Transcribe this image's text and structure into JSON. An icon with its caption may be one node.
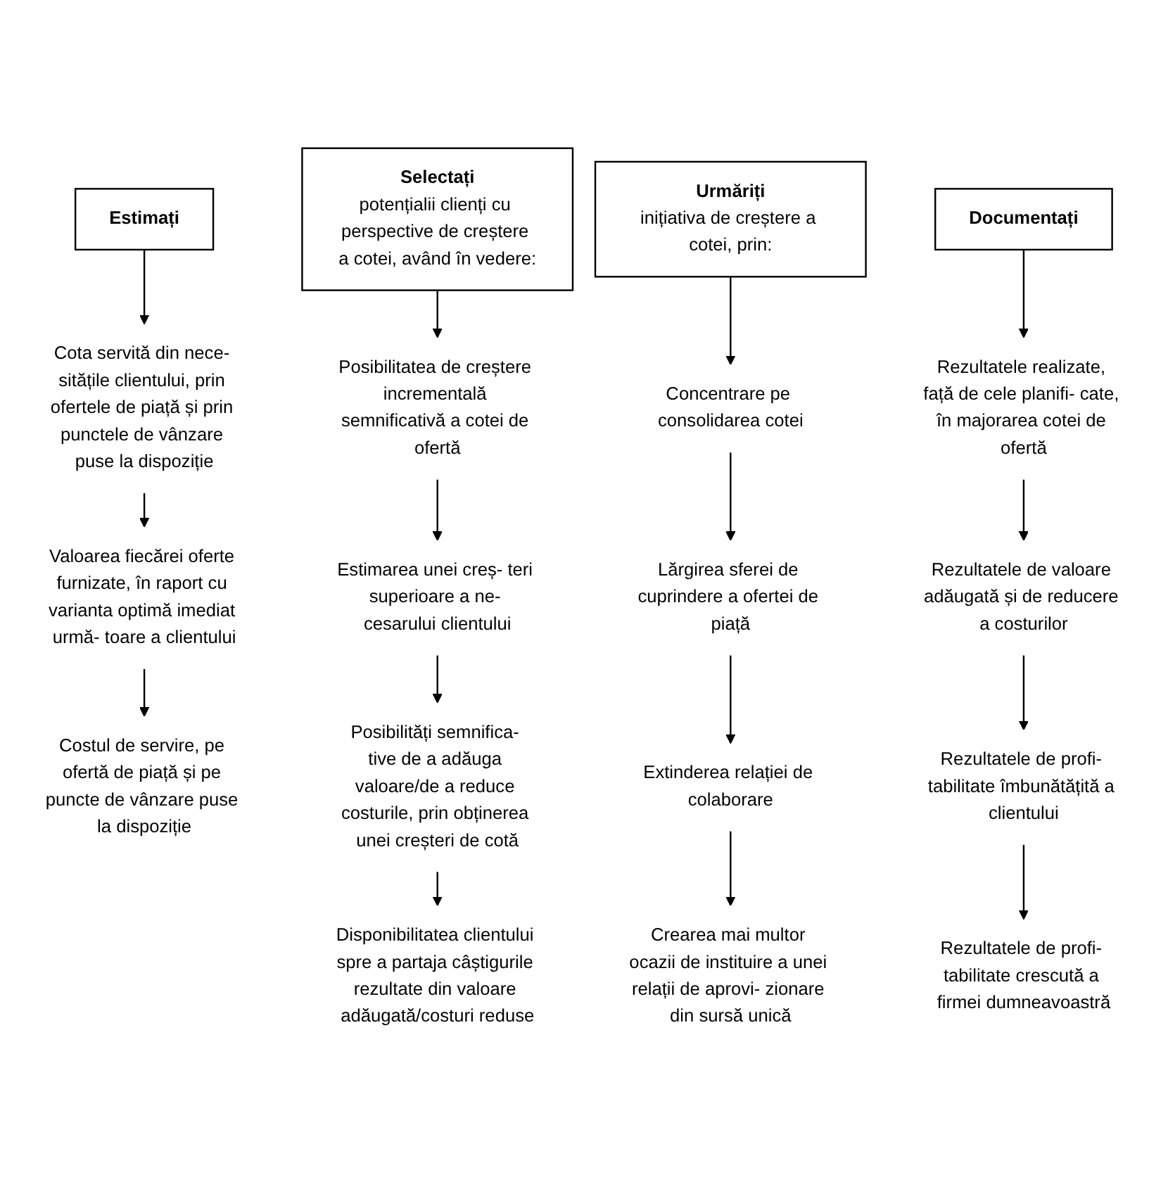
{
  "diagram": {
    "nodes": [
      {
        "text": [
          "Estimați"
        ]
      },
      {
        "text": [
          "Cota servită din nece- sitățile clientului, prin ofertele de piață și prin punctele de vânzare puse la dispoziție"
        ]
      },
      {
        "text": [
          "Valoarea fiecărei oferte furnizate, în raport cu varianta optimă imediat urmă- toare a clientului"
        ]
      },
      {
        "text": [
          "Costul de servire, pe ofertă de piață și pe puncte de vânzare puse la dispoziție"
        ]
      },
      {
        "text": [
          "Selectați",
          "potențialii clienți cu perspective de creștere a cotei, având în vedere:"
        ]
      },
      {
        "text": [
          "Posibilitatea de creștere incrementală semnificativă a cotei de ofertă"
        ]
      },
      {
        "text": [
          "Estimarea unei creș- teri superioare a ne- cesarului clientului"
        ]
      },
      {
        "text": [
          "Posibilități semnifica- tive de a adăuga valoare/de a reduce costurile, prin obținerea unei creșteri de cotă"
        ]
      },
      {
        "text": [
          "Disponibilitatea clientului spre a partaja câștigurile rezultate din valoare adăugată/costuri reduse"
        ]
      },
      {
        "text": [
          "Urmăriți",
          "inițiativa de creștere a cotei, prin:"
        ]
      },
      {
        "text": [
          "Concentrare pe consolidarea cotei"
        ]
      },
      {
        "text": [
          "Lărgirea sferei de cuprindere a ofertei de piață"
        ]
      },
      {
        "text": [
          "Extinderea relației de colaborare"
        ]
      },
      {
        "text": [
          "Crearea mai multor ocazii de instituire a unei relații de aprovi- zionare din sursă unică"
        ]
      },
      {
        "text": [
          "Documentați"
        ]
      },
      {
        "text": [
          "Rezultatele realizate, față de cele planifi- cate, în majorarea cotei de ofertă"
        ]
      },
      {
        "text": [
          "Rezultatele de valoare adăugată și de reducere a costurilor"
        ]
      },
      {
        "text": [
          "Rezultatele de profi- tabilitate îmbunătățită a clientului"
        ]
      },
      {
        "text": [
          "Rezultatele de profi- tabilitate crescută a firmei dumneavoastră"
        ]
      }
    ],
    "edges": [
      {
        "from": 0,
        "to": 1,
        "arrow": "to"
      },
      {
        "from": 1,
        "to": 2,
        "arrow": "to"
      },
      {
        "from": 2,
        "to": 3,
        "arrow": "to"
      },
      {
        "from": 4,
        "to": 5,
        "arrow": "to"
      },
      {
        "from": 5,
        "to": 6,
        "arrow": "to"
      },
      {
        "from": 6,
        "to": 7,
        "arrow": "to"
      },
      {
        "from": 7,
        "to": 8,
        "arrow": "to"
      },
      {
        "from": 9,
        "to": 10,
        "arrow": "to"
      },
      {
        "from": 10,
        "to": 11,
        "arrow": "to"
      },
      {
        "from": 11,
        "to": 12,
        "arrow": "to"
      },
      {
        "from": 12,
        "to": 13,
        "arrow": "to"
      },
      {
        "from": 14,
        "to": 15,
        "arrow": "to"
      },
      {
        "from": 15,
        "to": 16,
        "arrow": "to"
      },
      {
        "from": 16,
        "to": 17,
        "arrow": "to"
      },
      {
        "from": 17,
        "to": 18,
        "arrow": "to"
      }
    ]
  }
}
